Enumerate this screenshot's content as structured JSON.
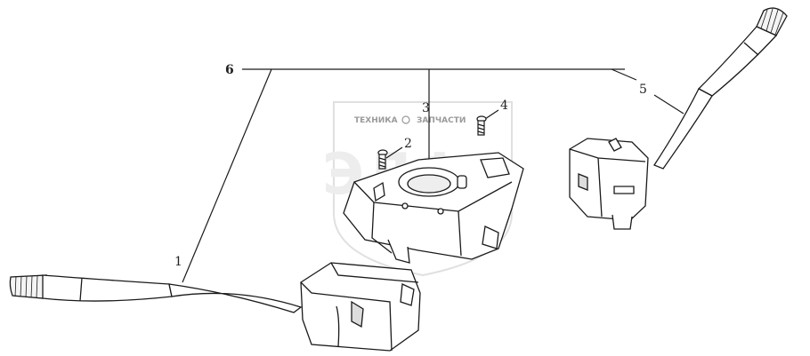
{
  "callouts": {
    "c1": "1",
    "c2": "2",
    "c3": "3",
    "c4": "4",
    "c5": "5",
    "c6": "6"
  },
  "watermark": {
    "line1_left": "ТЕХНИКА",
    "line1_right": "ЗАПЧАСТИ",
    "logo": "ЭЛФ"
  },
  "colors": {
    "line": "#1a1a1a",
    "watermark": "#cfcfcf"
  }
}
